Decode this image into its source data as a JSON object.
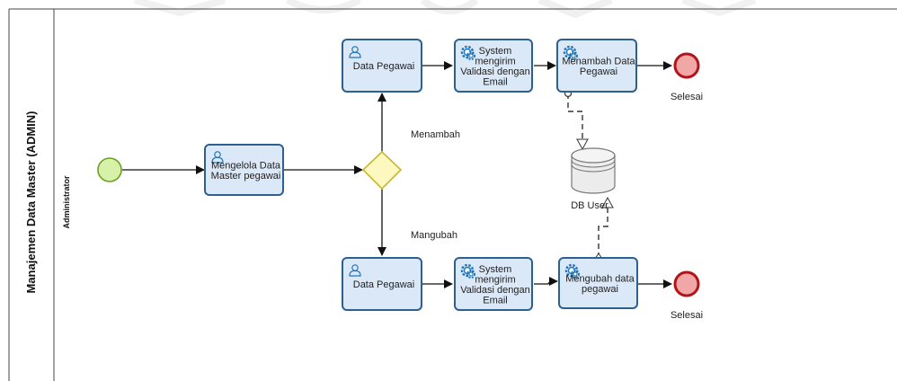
{
  "pool": {
    "title": "Manajemen Data Master (ADMIN)"
  },
  "lane": {
    "title": "Administrator"
  },
  "tasks": {
    "manage": {
      "lines": [
        "Mengelola Data",
        "Master pegawai"
      ],
      "type": "user"
    },
    "top_data": {
      "lines": [
        "Data Pegawai"
      ],
      "type": "user"
    },
    "top_validate": {
      "lines": [
        "System",
        "mengirim",
        "Validasi dengan",
        "Email"
      ],
      "type": "service"
    },
    "top_add": {
      "lines": [
        "Menambah Data",
        "Pegawai"
      ],
      "type": "service"
    },
    "bottom_data": {
      "lines": [
        "Data Pegawai"
      ],
      "type": "user"
    },
    "bottom_validate": {
      "lines": [
        "System",
        "mengirim",
        "Validasi dengan",
        "Email"
      ],
      "type": "service"
    },
    "bottom_change": {
      "lines": [
        "Mengubah data",
        "pegawai"
      ],
      "type": "service"
    }
  },
  "gateway_labels": {
    "top": "Menambah",
    "bottom": "Mangubah"
  },
  "end_events": {
    "top": "Selesai",
    "bottom": "Selesai"
  },
  "datastore": {
    "label": "DB User"
  },
  "colors": {
    "task_fill": "#dbe8f7",
    "task_stroke": "#2d5f8f",
    "start_fill": "#d7f2a8",
    "start_stroke": "#6aa121",
    "end_fill": "#f2a7a7",
    "end_stroke": "#b3141a",
    "gateway_fill": "#fdf7c0",
    "gateway_stroke": "#c8b830",
    "icon_blue": "#1f75b8"
  }
}
